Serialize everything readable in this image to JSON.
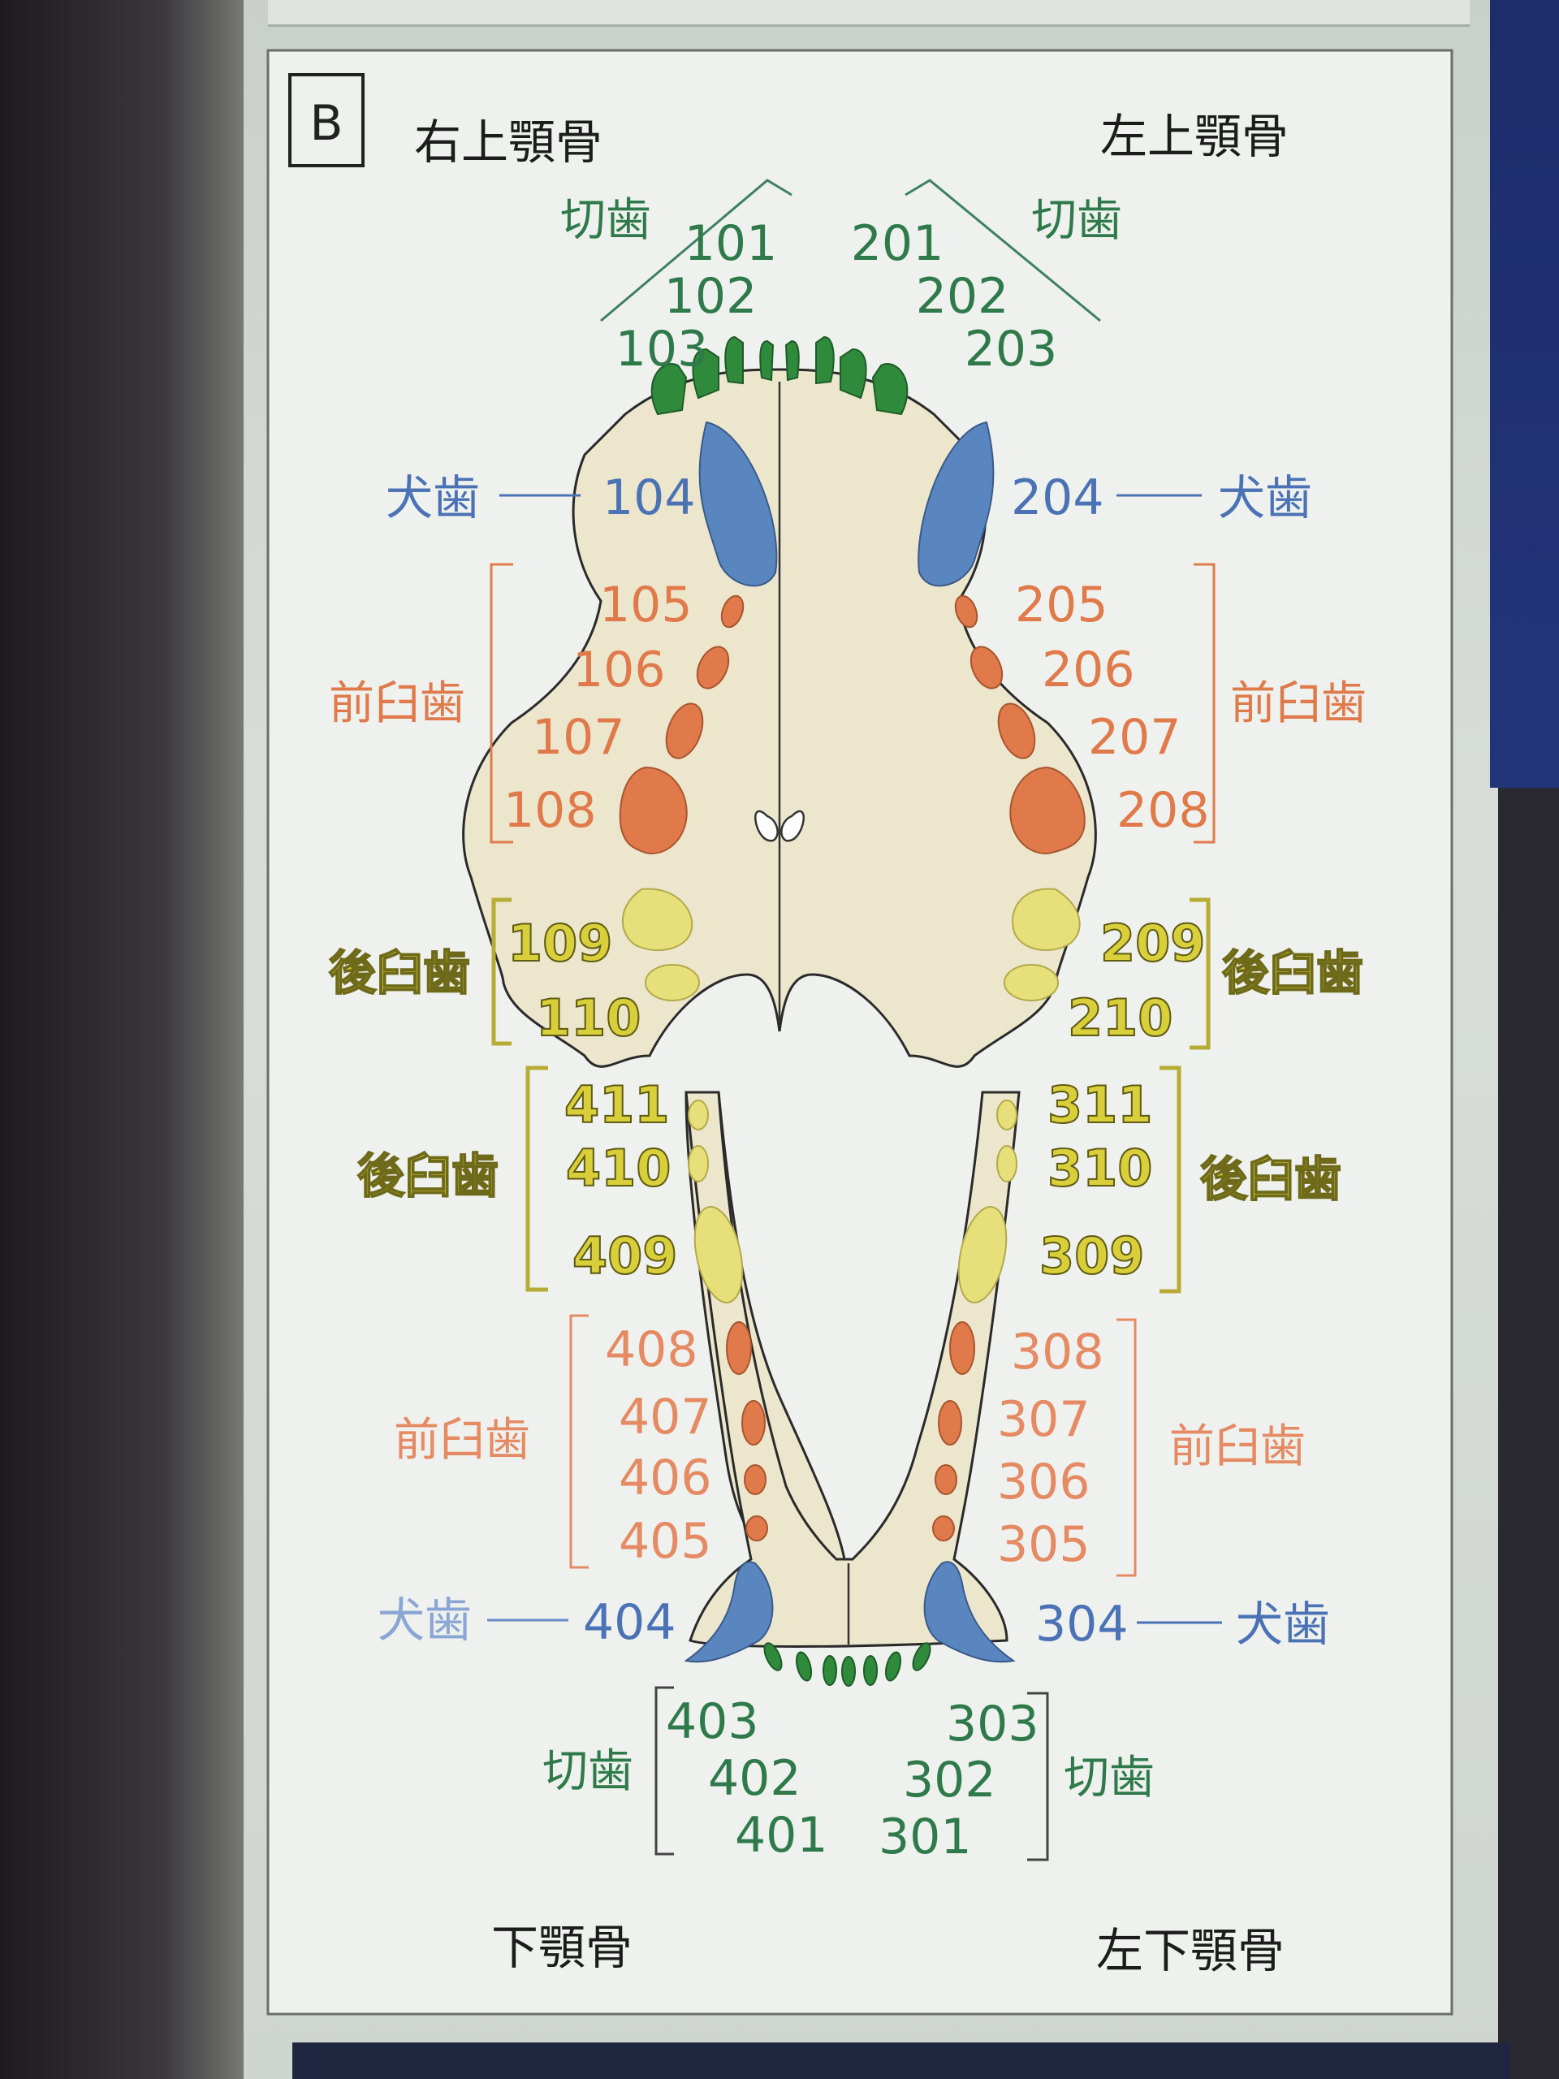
{
  "panel": {
    "letter": "B"
  },
  "bones": {
    "upper_right": "右上顎骨",
    "upper_left": "左上顎骨",
    "lower_right_visible": "下顎骨",
    "lower_left": "左下顎骨"
  },
  "groups": {
    "incisors": "切歯",
    "canine": "犬歯",
    "premolars": "前臼歯",
    "molars": "後臼歯"
  },
  "teeth": {
    "upper_right": {
      "incisors": [
        "101",
        "102",
        "103"
      ],
      "canine": "104",
      "premolars": [
        "105",
        "106",
        "107",
        "108"
      ],
      "molars": [
        "109",
        "110"
      ]
    },
    "upper_left": {
      "incisors": [
        "201",
        "202",
        "203"
      ],
      "canine": "204",
      "premolars": [
        "205",
        "206",
        "207",
        "208"
      ],
      "molars": [
        "209",
        "210"
      ]
    },
    "lower_right": {
      "molars": [
        "411",
        "410",
        "409"
      ],
      "premolars": [
        "408",
        "407",
        "406",
        "405"
      ],
      "canine": "404",
      "incisors": [
        "403",
        "402",
        "401"
      ]
    },
    "lower_left": {
      "molars": [
        "311",
        "310",
        "309"
      ],
      "premolars": [
        "308",
        "307",
        "306",
        "305"
      ],
      "canine": "304",
      "incisors": [
        "303",
        "302",
        "301"
      ]
    }
  },
  "colors": {
    "incisor": "#2f8a3c",
    "canine": "#5a86bf",
    "premolar": "#e07a4a",
    "molar": "#e7df7a",
    "molar_text": "#d8cf3a",
    "premolar_text": "#e07a4a",
    "canine_text": "#4a72b5",
    "incisor_text": "#2f7a4a",
    "jaw_fill": "#ece6cd"
  }
}
